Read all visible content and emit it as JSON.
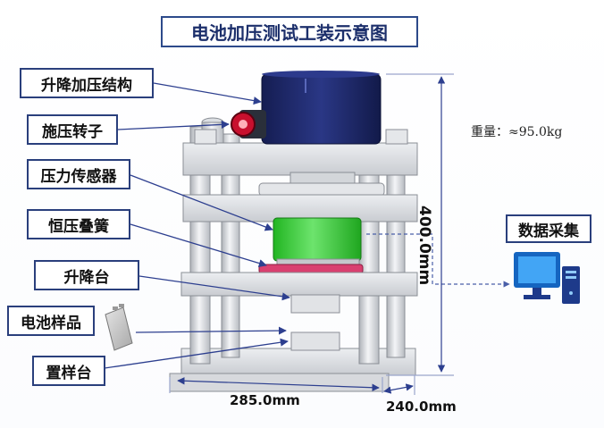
{
  "title": "电池加压测试工装示意图",
  "labels": {
    "lift_press": "升降加压结构",
    "rotor": "施压转子",
    "sensor": "压力传感器",
    "spring": "恒压叠簧",
    "lift_table": "升降台",
    "battery": "电池样品",
    "sample_table": "置样台",
    "data_acq": "数据采集"
  },
  "weight": "重量：≈95.0kg",
  "dimensions": {
    "height": "400.0mm",
    "width": "285.0mm",
    "depth": "240.0mm"
  },
  "colors": {
    "arrow": "#2d3f8f",
    "motor": "#1e2a6e",
    "rotor": "#c8102e",
    "spring": "#33cc33",
    "pink": "#d94070",
    "monitor": "#1e88e5"
  },
  "icons": {
    "computer": "desktop-computer-icon",
    "battery": "battery-pouch-icon"
  }
}
